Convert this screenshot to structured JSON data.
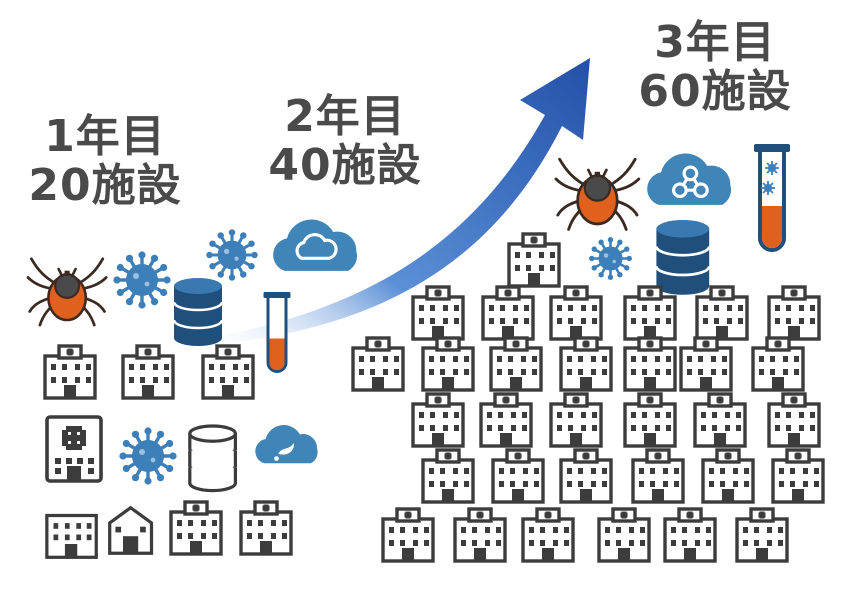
{
  "stages": [
    {
      "year": "1年目",
      "facilities": "20施設"
    },
    {
      "year": "2年目",
      "facilities": "40施設"
    },
    {
      "year": "3年目",
      "facilities": "60施設"
    }
  ],
  "colors": {
    "text": "#4a4a4a",
    "building": "#3c3c3c",
    "virus": "#3d7fb8",
    "cloud": "#3f85b8",
    "database": "#1f4f7a",
    "tick": "#e0601e",
    "tube_liquid": "#e0601e",
    "arrow": "#2f5fb5"
  },
  "icons": [
    "tick-icon",
    "virus-icon",
    "database-icon",
    "cloud-icon",
    "network-cloud-icon",
    "test-tube-icon",
    "hospital-building-icon",
    "growth-arrow-icon"
  ]
}
